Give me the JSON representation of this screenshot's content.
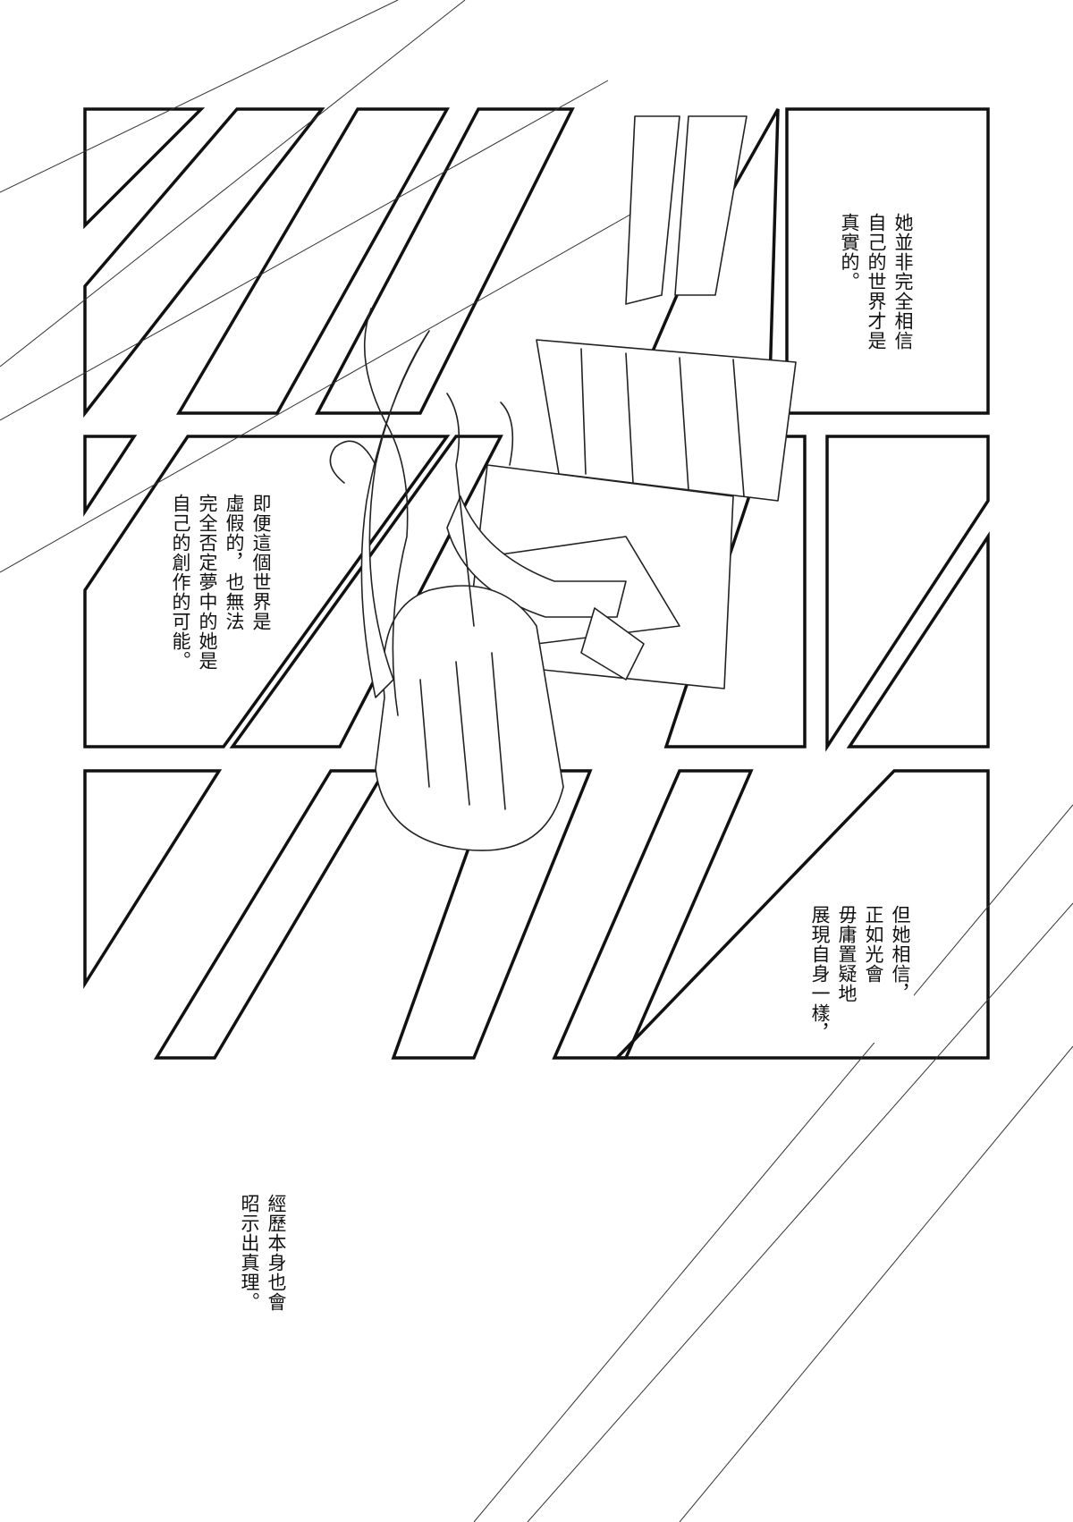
{
  "page": {
    "background_color": "#ffffff",
    "line_color": "#111111",
    "captions": [
      {
        "lines": [
          "她並非完全相信",
          "自己的世界才是",
          "真實的。"
        ]
      },
      {
        "lines": [
          "即便這個世界是",
          "虛假的，也無法",
          "完全否定夢中的她是",
          "自己的創作的可能。"
        ]
      },
      {
        "lines": [
          "但她相信，",
          "正如光會",
          "毋庸置疑地",
          "展現自身一樣，"
        ]
      },
      {
        "lines": [
          "經歷本身也會",
          "昭示出真理。"
        ]
      }
    ],
    "illustration": {
      "subject": "girl-falling-upside-down"
    }
  }
}
